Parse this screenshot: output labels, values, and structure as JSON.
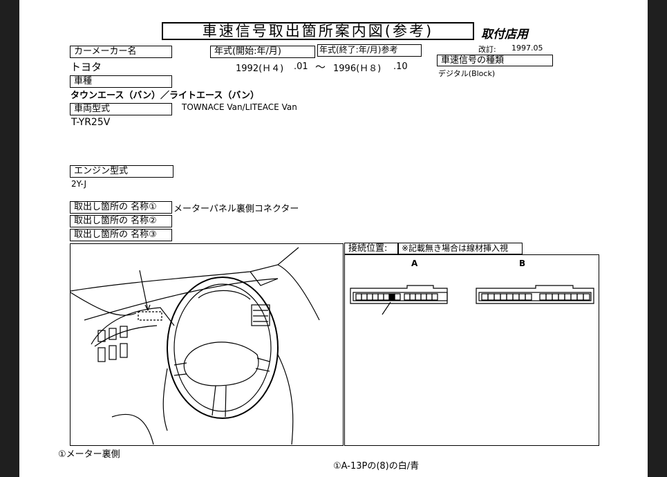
{
  "header": {
    "title": "車速信号取出箇所案内図(参考)",
    "subtitle": "取付店用",
    "revision_label": "改訂:",
    "revision_date": "1997.05"
  },
  "maker": {
    "label": "カーメーカー名",
    "value": "トヨタ"
  },
  "year_start": {
    "label": "年式(開始:年/月)",
    "year": "1992(Ｈ４)",
    "month": ".01"
  },
  "year_separator": "～",
  "year_end": {
    "label": "年式(終了:年/月)参考",
    "year": "1996(Ｈ８)",
    "month": ".10"
  },
  "signal_type": {
    "label": "車速信号の種類",
    "value": "デジタル(Block)"
  },
  "model": {
    "label": "車種",
    "value": "タウンエース（バン）／ライトエース（バン）",
    "value_en": "TOWNACE Van/LITEACE Van"
  },
  "vehicle_type": {
    "label": "車両型式",
    "value": "T-YR25V"
  },
  "engine": {
    "label": "エンジン型式",
    "value": "2Y-J"
  },
  "locations": [
    {
      "label": "取出し箇所の 名称①",
      "value": "メーターパネル裏側コネクター"
    },
    {
      "label": "取出し箇所の 名称②",
      "value": ""
    },
    {
      "label": "取出し箇所の 名称③",
      "value": ""
    }
  ],
  "connection": {
    "label": "接続位置:",
    "note": "※記載無き場合は線材挿入視"
  },
  "connectors": {
    "a_label": "A",
    "b_label": "B"
  },
  "captions": {
    "left": "①メーター裏側",
    "right": "①A-13Pの(8)の白/青"
  }
}
